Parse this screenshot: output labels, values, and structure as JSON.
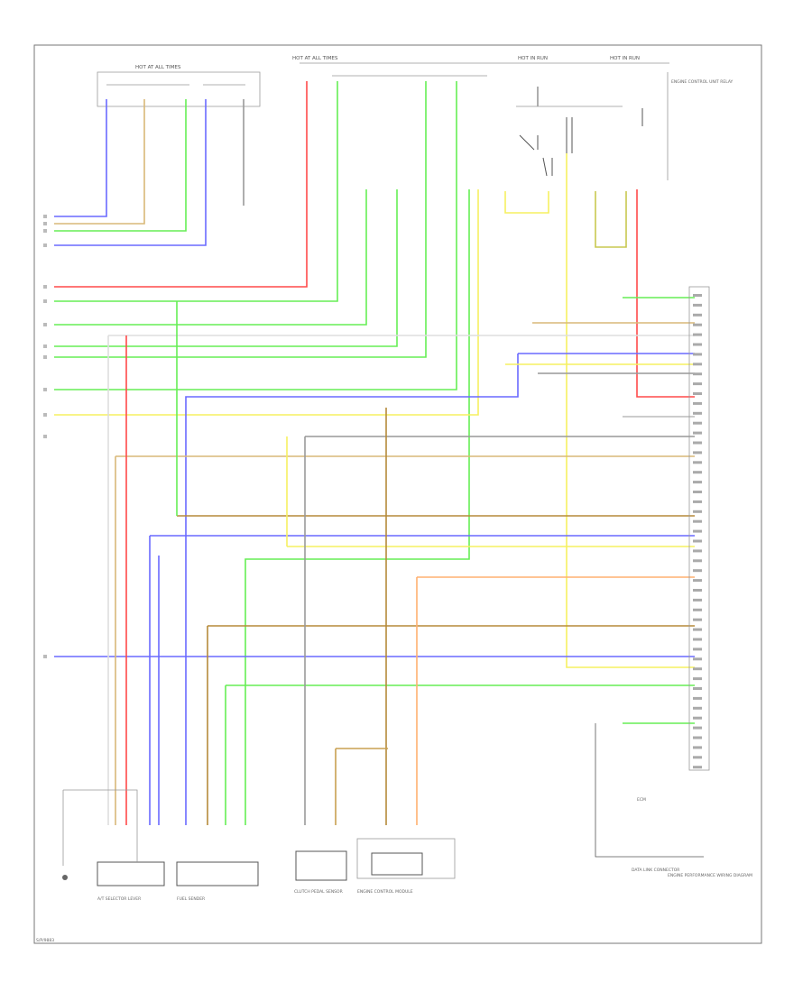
{
  "page": {
    "footer_code": "S/P/9883",
    "bottom_caption": "ENGINE PERFORMANCE WIRING DIAGRAM"
  },
  "colors": {
    "red": "#ff4a4a",
    "green": "#66ee55",
    "lightgreen": "#aaf0a0",
    "blue": "#6a6aff",
    "yellow": "#f6f060",
    "tan": "#d8b878",
    "brown": "#b58a3a",
    "orange": "#ffb070",
    "gray": "#999999",
    "dark": "#555555"
  },
  "top_labels": {
    "fuse_block": "HOT AT ALL TIMES",
    "relay_box_1": "HOT AT ALL TIMES",
    "relay_box_2": "HOT IN RUN",
    "relay_box_3": "HOT IN RUN",
    "engine_note": "ENGINE CONTROL UNIT RELAY"
  },
  "components": {
    "c1": "A/T SELECTOR LEVER",
    "c2": "FUEL SENDER",
    "c3": "CLUTCH PEDAL SENSOR",
    "c4": "ENGINE CONTROL MODULE",
    "c5": "ECM",
    "c6": "DATA LINK CONNECTOR"
  }
}
